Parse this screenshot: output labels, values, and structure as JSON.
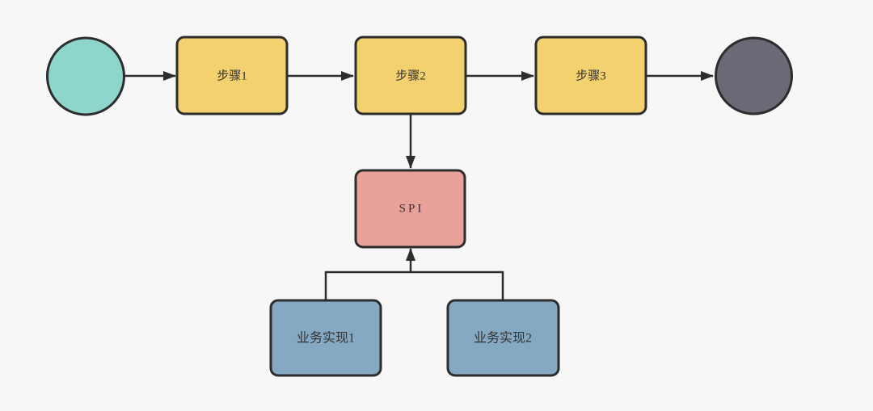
{
  "diagram": {
    "background_color": "#f7f7f7",
    "stroke_color": "#2d2d2d",
    "text_color": "#333333",
    "nodes": {
      "start": {
        "fill": "#8ed5cb"
      },
      "step1": {
        "label": "步骤1",
        "fill": "#f3d16f"
      },
      "step2": {
        "label": "步骤2",
        "fill": "#f3d16f"
      },
      "step3": {
        "label": "步骤3",
        "fill": "#f3d16f"
      },
      "end": {
        "fill": "#696a76"
      },
      "spi": {
        "label": "SPI",
        "fill": "#e9a19a"
      },
      "impl1": {
        "label": "业务实现1",
        "fill": "#85a9c2"
      },
      "impl2": {
        "label": "业务实现2",
        "fill": "#85a9c2"
      }
    }
  }
}
